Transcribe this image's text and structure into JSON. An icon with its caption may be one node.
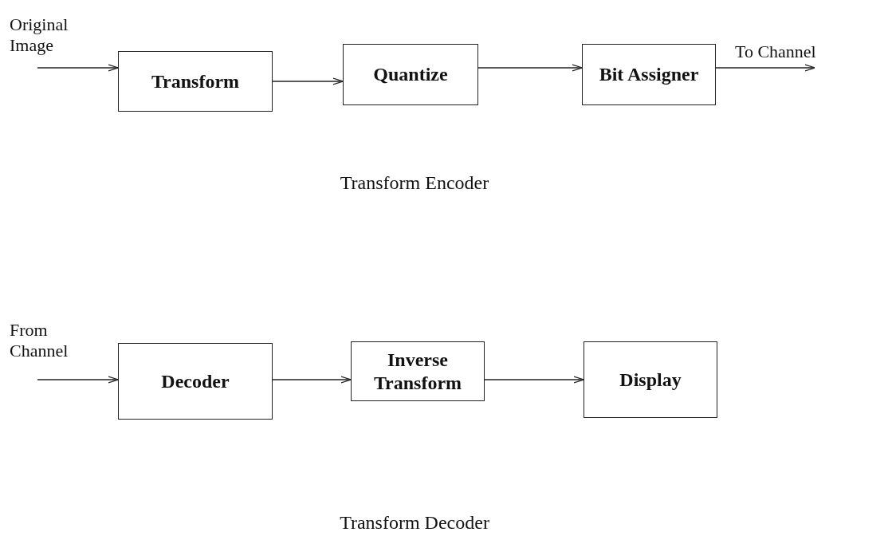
{
  "diagram": {
    "nodes": [
      {
        "text": [
          "Original Image"
        ]
      },
      {
        "text": [
          "Transform"
        ]
      },
      {
        "text": [
          "Quantize"
        ]
      },
      {
        "text": [
          "Bit Assigner"
        ]
      },
      {
        "text": [
          "To Channel"
        ]
      },
      {
        "text": [
          "From Channel"
        ]
      },
      {
        "text": [
          "Decoder"
        ]
      },
      {
        "text": [
          "Inverse Transform"
        ]
      },
      {
        "text": [
          "Display"
        ]
      }
    ],
    "edges": [
      {
        "from": 0,
        "to": 1,
        "arrow": "to"
      },
      {
        "from": 1,
        "to": 2,
        "arrow": "to"
      },
      {
        "from": 2,
        "to": 3,
        "arrow": "to"
      },
      {
        "from": 3,
        "to": 4,
        "arrow": "to"
      },
      {
        "from": 5,
        "to": 6,
        "arrow": "to"
      },
      {
        "from": 6,
        "to": 7,
        "arrow": "to"
      },
      {
        "from": 7,
        "to": 8,
        "arrow": "to"
      }
    ],
    "labels": [
      "Transform Encoder",
      "Transform Decoder"
    ]
  }
}
